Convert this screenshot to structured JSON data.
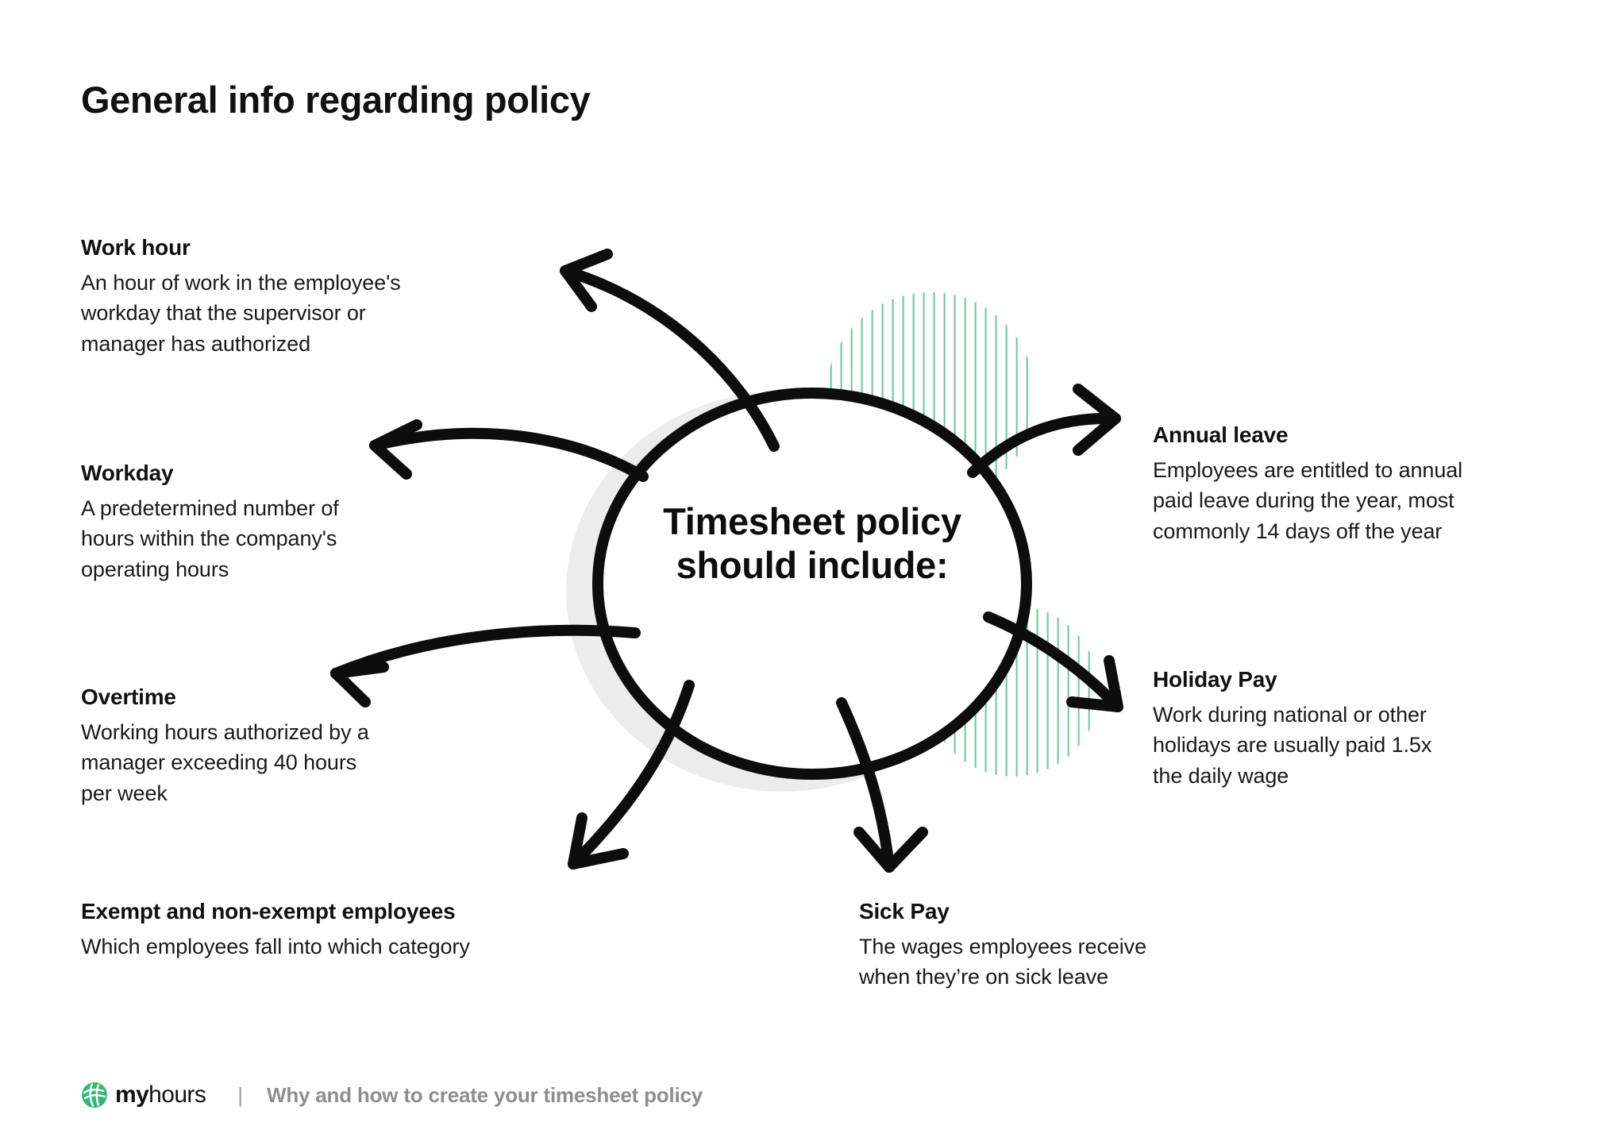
{
  "page": {
    "title": "General info regarding policy",
    "background_color": "#ffffff"
  },
  "theme": {
    "accent_green": "#34b877",
    "hatch_green": "#6ec9a0",
    "shadow_gray": "#ebebeb",
    "ink": "#111111",
    "muted": "#8e8e8e"
  },
  "center": {
    "label": "Timesheet policy should include:"
  },
  "callouts": [
    {
      "id": "work-hour",
      "heading": "Work hour",
      "body": "An hour of work in the employee's\nworkday that the supervisor or\nmanager has authorized",
      "side": "left"
    },
    {
      "id": "workday",
      "heading": "Workday",
      "body": "A predetermined number of\nhours within the company's\noperating hours",
      "side": "left"
    },
    {
      "id": "overtime",
      "heading": "Overtime",
      "body": "Working hours authorized by a\nmanager exceeding 40 hours\nper week",
      "side": "left"
    },
    {
      "id": "exempt",
      "heading": "Exempt and non-exempt employees",
      "body": "Which employees fall into which category",
      "side": "left"
    },
    {
      "id": "annual-leave",
      "heading": "Annual leave",
      "body": "Employees are entitled to annual\npaid leave during the year, most\ncommonly 14 days off the year",
      "side": "right"
    },
    {
      "id": "holiday-pay",
      "heading": "Holiday Pay",
      "body": "Work during national or other\nholidays are usually paid 1.5x\nthe daily wage",
      "side": "right"
    },
    {
      "id": "sick-pay",
      "heading": "Sick Pay",
      "body": "The wages employees receive\nwhen they’re on sick leave",
      "side": "bottom"
    }
  ],
  "footer": {
    "logo_icon": "myhours-swirl-logo-icon",
    "logo_bold": "my",
    "logo_light": "hours",
    "divider": "|",
    "caption": "Why and how to create your timesheet policy"
  }
}
